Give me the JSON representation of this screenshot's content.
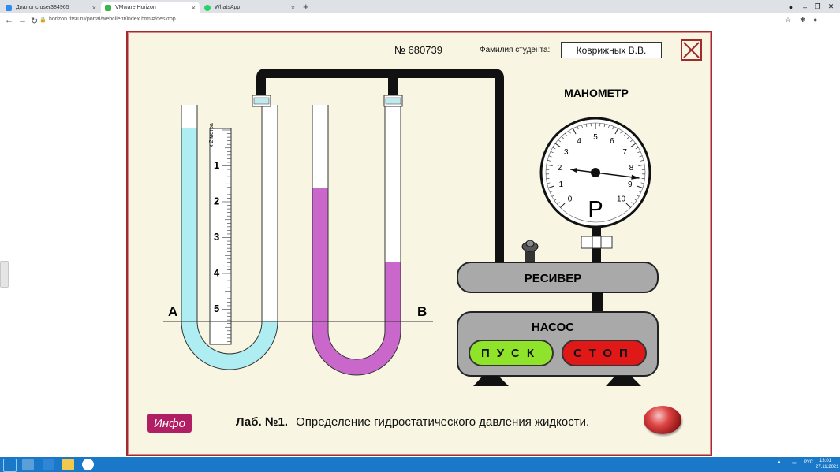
{
  "browser": {
    "tabs": [
      {
        "label": "Диалог с user384965",
        "color": "#2d8cf0"
      },
      {
        "label": "VMware Horizon",
        "color": "#3cb44b"
      },
      {
        "label": "WhatsApp",
        "color": "#25d366"
      }
    ],
    "url": "horizon.tltsu.ru/portal/webclient/index.html#/desktop"
  },
  "lab": {
    "number": "№ 680739",
    "student_label": "Фамилия студента:",
    "student_name": "Коврижных В.В.",
    "manometer_title": "МАНОМЕТР",
    "gauge_symbol": "P",
    "gauge_ticks": [
      "0",
      "1",
      "2",
      "3",
      "4",
      "5",
      "6",
      "7",
      "8",
      "9",
      "10"
    ],
    "gauge_value": 8.6,
    "ruler_unit": "x 2 метра",
    "ruler_ticks": [
      "1",
      "2",
      "3",
      "4",
      "5"
    ],
    "label_a": "A",
    "label_b": "B",
    "receiver": "РЕСИВЕР",
    "pump": "НАСОС",
    "start_button": "ПУСК",
    "stop_button": "СТОП",
    "info_button": "Инфо",
    "caption_lab": "Лаб. №1.",
    "caption_text": "Определение гидростатического давления жидкости.",
    "liquid_a_color": "#aeeef2",
    "liquid_b_color": "#c967cb"
  },
  "taskbar": {
    "lang": "РУС",
    "time": "13:01",
    "date": "27.11.2021"
  }
}
